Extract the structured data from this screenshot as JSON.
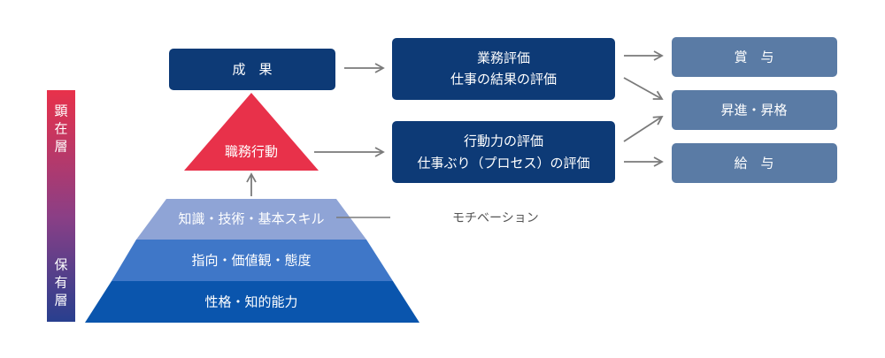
{
  "side_bar": {
    "top_label": [
      "顕",
      "在",
      "層"
    ],
    "bottom_label": [
      "保",
      "有",
      "層"
    ],
    "gradient_top_color": "#e8314a",
    "gradient_bottom_color": "#283f8e"
  },
  "pyramid": {
    "top_label": "職務行動",
    "layers": [
      "知識・技術・基本スキル",
      "指向・価値観・態度",
      "性格・知的能力"
    ],
    "colors": {
      "top": "#e8314a",
      "layer1": "#8fa4d6",
      "layer2": "#3f77c8",
      "layer3": "#0a55ad"
    }
  },
  "result_box": {
    "label": "成　果",
    "color": "#0d3a76"
  },
  "evaluation_boxes": [
    {
      "lines": [
        "業務評価",
        "仕事の結果の評価"
      ]
    },
    {
      "lines": [
        "行動力の評価",
        "仕事ぶり（プロセス）の評価"
      ]
    }
  ],
  "reward_boxes": [
    "賞　与",
    "昇進・昇格",
    "給　与"
  ],
  "reward_color": "#5a7ba5",
  "motivation_label": "モチベーション",
  "arrow_color": "#7a7a7a"
}
